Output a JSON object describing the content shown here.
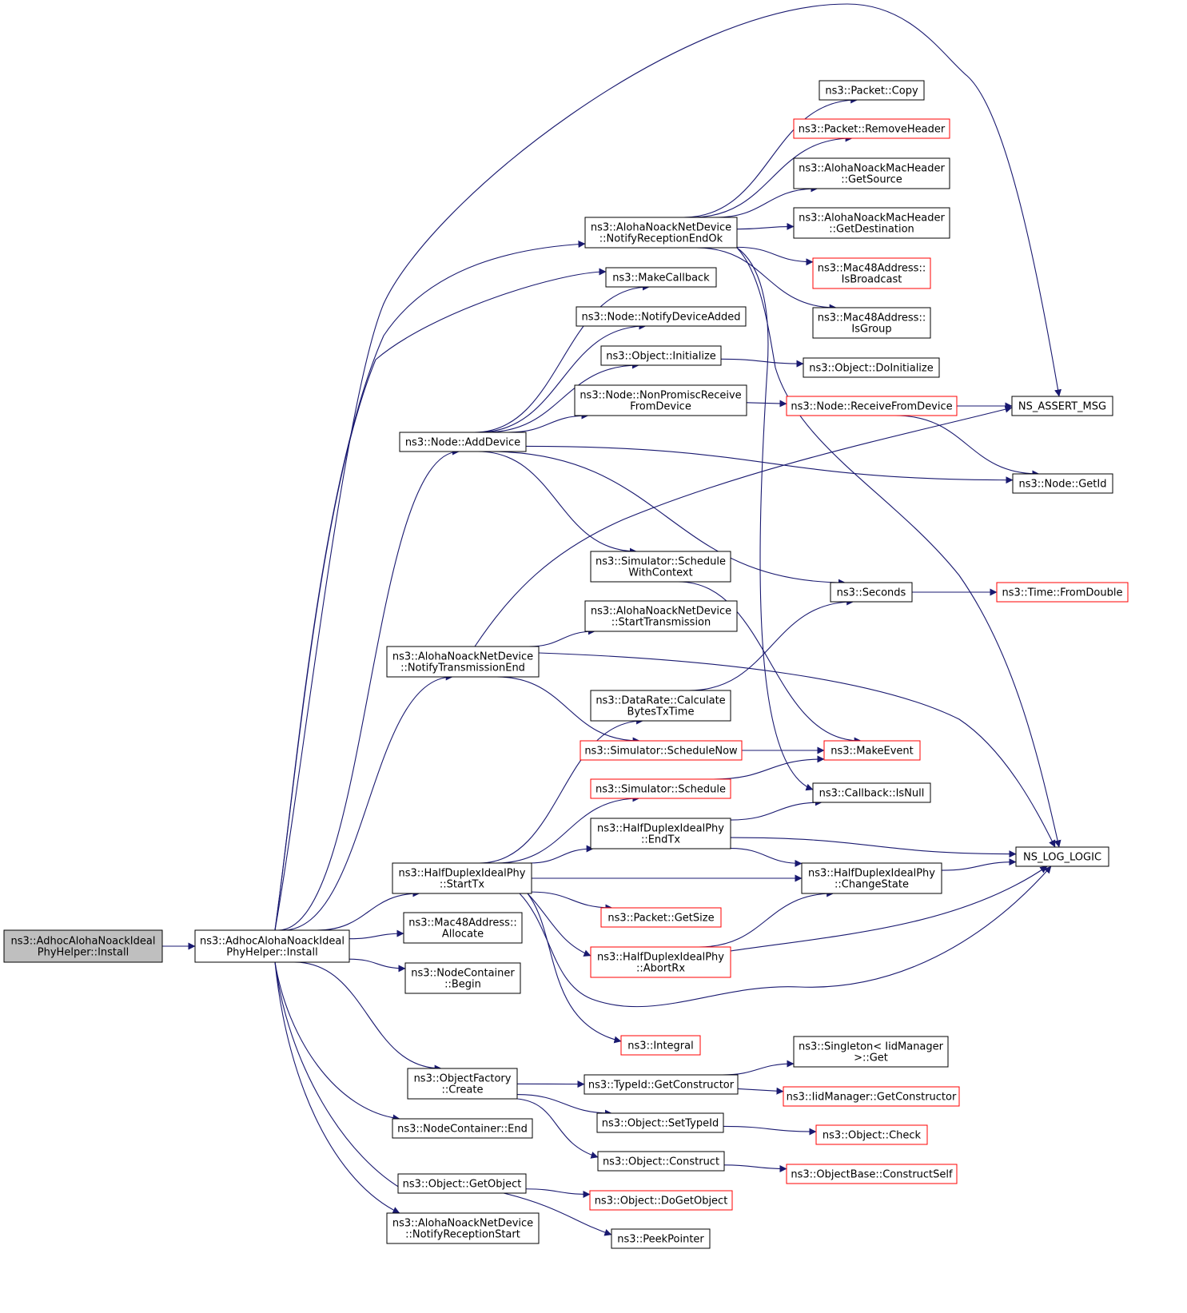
{
  "nodes": {
    "root": {
      "lines": [
        "ns3::AdhocAlohaNoackIdeal",
        "PhyHelper::Install"
      ],
      "style": "root"
    },
    "install": {
      "lines": [
        "ns3::AdhocAlohaNoackIdeal",
        "PhyHelper::Install"
      ],
      "style": "black"
    },
    "pkt_copy": {
      "lines": [
        "ns3::Packet::Copy"
      ],
      "style": "black"
    },
    "pkt_removeheader": {
      "lines": [
        "ns3::Packet::RemoveHeader"
      ],
      "style": "red"
    },
    "mac_getsource": {
      "lines": [
        "ns3::AlohaNoackMacHeader",
        "::GetSource"
      ],
      "style": "black"
    },
    "mac_getdest": {
      "lines": [
        "ns3::AlohaNoackMacHeader",
        "::GetDestination"
      ],
      "style": "black"
    },
    "notify_rx_endok": {
      "lines": [
        "ns3::AlohaNoackNetDevice",
        "::NotifyReceptionEndOk"
      ],
      "style": "black"
    },
    "is_broadcast": {
      "lines": [
        "ns3::Mac48Address::",
        "IsBroadcast"
      ],
      "style": "red"
    },
    "make_callback": {
      "lines": [
        "ns3::MakeCallback"
      ],
      "style": "black"
    },
    "node_notify_added": {
      "lines": [
        "ns3::Node::NotifyDeviceAdded"
      ],
      "style": "black"
    },
    "is_group": {
      "lines": [
        "ns3::Mac48Address::",
        "IsGroup"
      ],
      "style": "black"
    },
    "obj_initialize": {
      "lines": [
        "ns3::Object::Initialize"
      ],
      "style": "black"
    },
    "obj_doinitialize": {
      "lines": [
        "ns3::Object::DoInitialize"
      ],
      "style": "black"
    },
    "node_nonpromisc": {
      "lines": [
        "ns3::Node::NonPromiscReceive",
        "FromDevice"
      ],
      "style": "black"
    },
    "node_receivefrom": {
      "lines": [
        "ns3::Node::ReceiveFromDevice"
      ],
      "style": "red"
    },
    "ns_assert_msg": {
      "lines": [
        "NS_ASSERT_MSG"
      ],
      "style": "black"
    },
    "node_adddevice": {
      "lines": [
        "ns3::Node::AddDevice"
      ],
      "style": "black"
    },
    "node_getid": {
      "lines": [
        "ns3::Node::GetId"
      ],
      "style": "black"
    },
    "sim_schedule_ctx": {
      "lines": [
        "ns3::Simulator::Schedule",
        "WithContext"
      ],
      "style": "black"
    },
    "seconds": {
      "lines": [
        "ns3::Seconds"
      ],
      "style": "black"
    },
    "time_fromdouble": {
      "lines": [
        "ns3::Time::FromDouble"
      ],
      "style": "red"
    },
    "start_transmission": {
      "lines": [
        "ns3::AlohaNoackNetDevice",
        "::StartTransmission"
      ],
      "style": "black"
    },
    "notify_tx_end": {
      "lines": [
        "ns3::AlohaNoackNetDevice",
        "::NotifyTransmissionEnd"
      ],
      "style": "black"
    },
    "datarate_calc": {
      "lines": [
        "ns3::DataRate::Calculate",
        "BytesTxTime"
      ],
      "style": "black"
    },
    "sim_schedulenow": {
      "lines": [
        "ns3::Simulator::ScheduleNow"
      ],
      "style": "red"
    },
    "make_event": {
      "lines": [
        "ns3::MakeEvent"
      ],
      "style": "red"
    },
    "sim_schedule": {
      "lines": [
        "ns3::Simulator::Schedule"
      ],
      "style": "red"
    },
    "callback_isnull": {
      "lines": [
        "ns3::Callback::IsNull"
      ],
      "style": "black"
    },
    "hd_endtx": {
      "lines": [
        "ns3::HalfDuplexIdealPhy",
        "::EndTx"
      ],
      "style": "black"
    },
    "ns_log_logic": {
      "lines": [
        "NS_LOG_LOGIC"
      ],
      "style": "black"
    },
    "hd_starttx": {
      "lines": [
        "ns3::HalfDuplexIdealPhy",
        "::StartTx"
      ],
      "style": "black"
    },
    "hd_changestate": {
      "lines": [
        "ns3::HalfDuplexIdealPhy",
        "::ChangeState"
      ],
      "style": "black"
    },
    "pkt_getsize": {
      "lines": [
        "ns3::Packet::GetSize"
      ],
      "style": "red"
    },
    "mac_allocate": {
      "lines": [
        "ns3::Mac48Address::",
        "Allocate"
      ],
      "style": "black"
    },
    "hd_abortrx": {
      "lines": [
        "ns3::HalfDuplexIdealPhy",
        "::AbortRx"
      ],
      "style": "red"
    },
    "nc_begin": {
      "lines": [
        "ns3::NodeContainer",
        "::Begin"
      ],
      "style": "black"
    },
    "integral": {
      "lines": [
        "ns3::Integral"
      ],
      "style": "red"
    },
    "singleton_get": {
      "lines": [
        "ns3::Singleton< IidManager",
        " >::Get"
      ],
      "style": "black"
    },
    "objfactory_create": {
      "lines": [
        "ns3::ObjectFactory",
        "::Create"
      ],
      "style": "black"
    },
    "typeid_getctor": {
      "lines": [
        "ns3::TypeId::GetConstructor"
      ],
      "style": "black"
    },
    "iidmgr_getctor": {
      "lines": [
        "ns3::IidManager::GetConstructor"
      ],
      "style": "red"
    },
    "nc_end": {
      "lines": [
        "ns3::NodeContainer::End"
      ],
      "style": "black"
    },
    "obj_settypeid": {
      "lines": [
        "ns3::Object::SetTypeId"
      ],
      "style": "black"
    },
    "obj_check": {
      "lines": [
        "ns3::Object::Check"
      ],
      "style": "red"
    },
    "obj_construct": {
      "lines": [
        "ns3::Object::Construct"
      ],
      "style": "black"
    },
    "objbase_constructself": {
      "lines": [
        "ns3::ObjectBase::ConstructSelf"
      ],
      "style": "red"
    },
    "obj_getobject": {
      "lines": [
        "ns3::Object::GetObject"
      ],
      "style": "black"
    },
    "obj_dogetobject": {
      "lines": [
        "ns3::Object::DoGetObject"
      ],
      "style": "red"
    },
    "notify_rx_start": {
      "lines": [
        "ns3::AlohaNoackNetDevice",
        "::NotifyReceptionStart"
      ],
      "style": "black"
    },
    "peek_pointer": {
      "lines": [
        "ns3::PeekPointer"
      ],
      "style": "black"
    }
  },
  "edges": [
    [
      "root",
      "install"
    ],
    [
      "install",
      "notify_rx_endok"
    ],
    [
      "install",
      "make_callback"
    ],
    [
      "install",
      "ns_assert_msg"
    ],
    [
      "install",
      "node_adddevice"
    ],
    [
      "install",
      "notify_tx_end"
    ],
    [
      "install",
      "hd_starttx"
    ],
    [
      "install",
      "mac_allocate"
    ],
    [
      "install",
      "nc_begin"
    ],
    [
      "install",
      "objfactory_create"
    ],
    [
      "install",
      "nc_end"
    ],
    [
      "install",
      "obj_getobject"
    ],
    [
      "install",
      "notify_rx_start"
    ],
    [
      "notify_rx_endok",
      "pkt_copy"
    ],
    [
      "notify_rx_endok",
      "pkt_removeheader"
    ],
    [
      "notify_rx_endok",
      "mac_getsource"
    ],
    [
      "notify_rx_endok",
      "mac_getdest"
    ],
    [
      "notify_rx_endok",
      "is_broadcast"
    ],
    [
      "notify_rx_endok",
      "is_group"
    ],
    [
      "notify_rx_endok",
      "callback_isnull"
    ],
    [
      "notify_rx_endok",
      "ns_log_logic"
    ],
    [
      "node_adddevice",
      "make_callback"
    ],
    [
      "node_adddevice",
      "node_notify_added"
    ],
    [
      "node_adddevice",
      "obj_initialize"
    ],
    [
      "node_adddevice",
      "node_nonpromisc"
    ],
    [
      "node_adddevice",
      "node_getid"
    ],
    [
      "node_adddevice",
      "sim_schedule_ctx"
    ],
    [
      "node_adddevice",
      "seconds"
    ],
    [
      "obj_initialize",
      "obj_doinitialize"
    ],
    [
      "node_nonpromisc",
      "node_receivefrom"
    ],
    [
      "node_receivefrom",
      "ns_assert_msg"
    ],
    [
      "node_receivefrom",
      "node_getid"
    ],
    [
      "sim_schedule_ctx",
      "make_event"
    ],
    [
      "seconds",
      "time_fromdouble"
    ],
    [
      "notify_tx_end",
      "start_transmission"
    ],
    [
      "notify_tx_end",
      "ns_assert_msg"
    ],
    [
      "notify_tx_end",
      "ns_log_logic"
    ],
    [
      "notify_tx_end",
      "sim_schedulenow"
    ],
    [
      "datarate_calc",
      "seconds"
    ],
    [
      "sim_schedulenow",
      "make_event"
    ],
    [
      "sim_schedule",
      "make_event"
    ],
    [
      "hd_starttx",
      "datarate_calc"
    ],
    [
      "hd_starttx",
      "sim_schedule"
    ],
    [
      "hd_starttx",
      "hd_endtx"
    ],
    [
      "hd_starttx",
      "hd_changestate"
    ],
    [
      "hd_starttx",
      "pkt_getsize"
    ],
    [
      "hd_starttx",
      "hd_abortrx"
    ],
    [
      "hd_starttx",
      "ns_log_logic"
    ],
    [
      "hd_starttx",
      "integral"
    ],
    [
      "hd_endtx",
      "callback_isnull"
    ],
    [
      "hd_endtx",
      "ns_log_logic"
    ],
    [
      "hd_endtx",
      "hd_changestate"
    ],
    [
      "hd_changestate",
      "ns_log_logic"
    ],
    [
      "hd_abortrx",
      "hd_changestate"
    ],
    [
      "hd_abortrx",
      "ns_log_logic"
    ],
    [
      "objfactory_create",
      "typeid_getctor"
    ],
    [
      "objfactory_create",
      "obj_settypeid"
    ],
    [
      "objfactory_create",
      "obj_construct"
    ],
    [
      "typeid_getctor",
      "singleton_get"
    ],
    [
      "typeid_getctor",
      "iidmgr_getctor"
    ],
    [
      "obj_settypeid",
      "obj_check"
    ],
    [
      "obj_construct",
      "objbase_constructself"
    ],
    [
      "obj_getobject",
      "obj_dogetobject"
    ],
    [
      "obj_getobject",
      "peek_pointer"
    ]
  ],
  "colors": {
    "edge": "#191970",
    "red_border": "#ff0000",
    "root_fill": "#bfbfbf"
  }
}
